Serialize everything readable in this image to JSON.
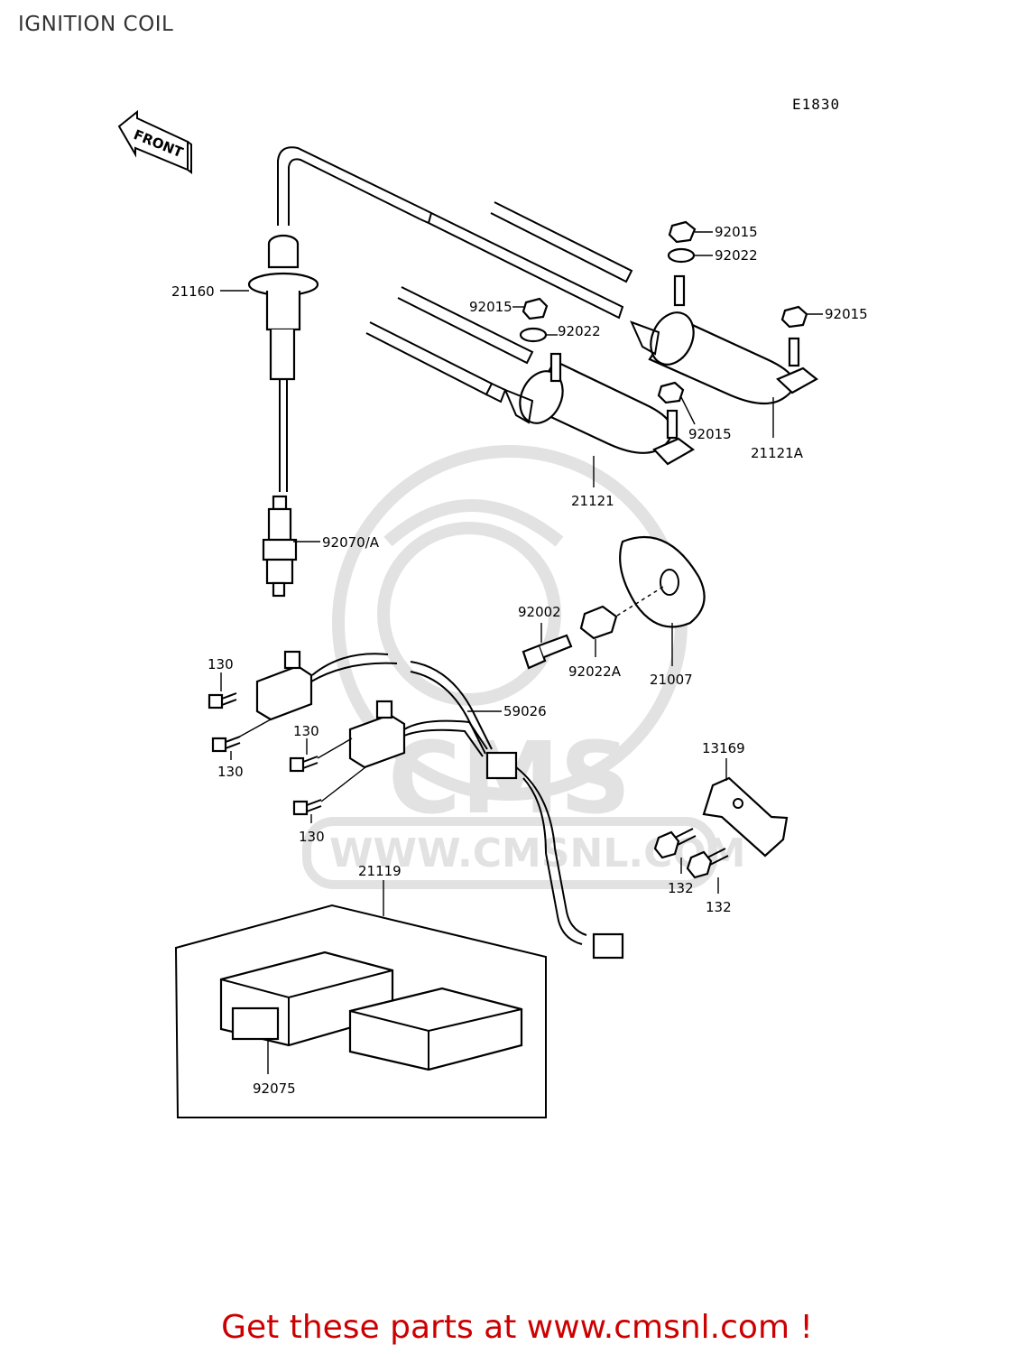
{
  "title": "IGNITION COIL",
  "drawing_id": "E1830",
  "front_label": "FRONT",
  "watermark": {
    "logo_text": "CMS",
    "url_text": "WWW.CMSNL.COM"
  },
  "callouts": [
    {
      "id": "c-92015-a",
      "label": "92015"
    },
    {
      "id": "c-92022-a",
      "label": "92022"
    },
    {
      "id": "c-92015-b",
      "label": "92015"
    },
    {
      "id": "c-92022-b",
      "label": "92022"
    },
    {
      "id": "c-92015-c",
      "label": "92015"
    },
    {
      "id": "c-92015-d",
      "label": "92015"
    },
    {
      "id": "c-21121a",
      "label": "21121A"
    },
    {
      "id": "c-21121",
      "label": "21121"
    },
    {
      "id": "c-21160",
      "label": "21160"
    },
    {
      "id": "c-92070a",
      "label": "92070/A"
    },
    {
      "id": "c-92002",
      "label": "92002"
    },
    {
      "id": "c-92022a",
      "label": "92022A"
    },
    {
      "id": "c-21007",
      "label": "21007"
    },
    {
      "id": "c-130-a",
      "label": "130"
    },
    {
      "id": "c-130-b",
      "label": "130"
    },
    {
      "id": "c-130-c",
      "label": "130"
    },
    {
      "id": "c-130-d",
      "label": "130"
    },
    {
      "id": "c-59026",
      "label": "59026"
    },
    {
      "id": "c-13169",
      "label": "13169"
    },
    {
      "id": "c-132-a",
      "label": "132"
    },
    {
      "id": "c-132-b",
      "label": "132"
    },
    {
      "id": "c-21119",
      "label": "21119"
    },
    {
      "id": "c-92075",
      "label": "92075"
    }
  ],
  "promo_text": "Get these parts at www.cmsnl.com !",
  "colors": {
    "promo": "#cc0000",
    "watermark": "#e2e2e2",
    "title": "#333333"
  }
}
